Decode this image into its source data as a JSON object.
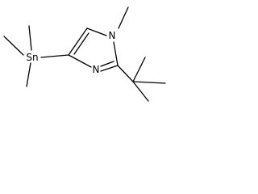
{
  "molecule": {
    "atoms": {
      "tin": "Sn",
      "ring_n_methyl": "N",
      "ring_n_imine": "N"
    }
  },
  "colors": {
    "background": "#ffffff",
    "bond": "#000000",
    "text": "#000000"
  }
}
